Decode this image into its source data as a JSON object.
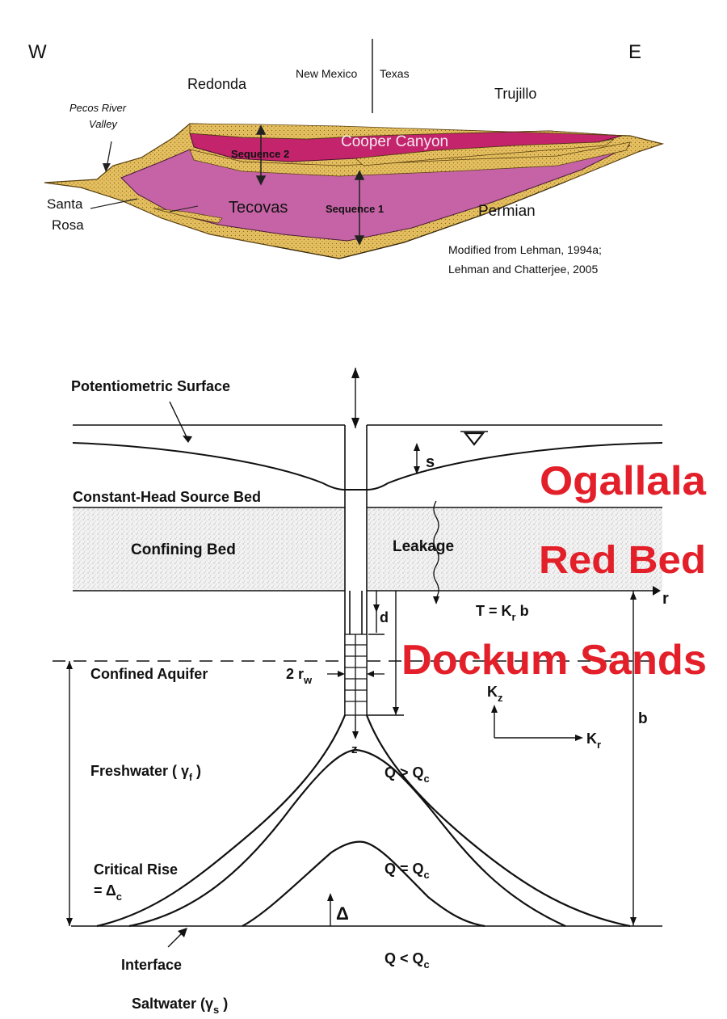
{
  "cross_section": {
    "dir_w": "W",
    "dir_e": "E",
    "state_left": "New Mexico",
    "state_right": "Texas",
    "labels": {
      "redonda": "Redonda",
      "pecos_valley_1": "Pecos River",
      "pecos_valley_2": "Valley",
      "trujillo": "Trujillo",
      "cooper_canyon": "Cooper Canyon",
      "sequence2": "Sequence 2",
      "santa_rosa_1": "Santa",
      "santa_rosa_2": "Rosa",
      "tecovas": "Tecovas",
      "sequence1": "Sequence 1",
      "permian": "Permian"
    },
    "credit_1": "Modified from Lehman, 1994a;",
    "credit_2": "Lehman and Chatterjee, 2005",
    "colors": {
      "sandstone": "#e8c46a",
      "mudstone_dark": "#c8246e",
      "mudstone_light": "#c860a8"
    }
  },
  "well_diagram": {
    "potentiometric_surface": "Potentiometric Surface",
    "drawdown_s": "s",
    "water_table_symbol": "∇",
    "constant_head": "Constant-Head Source Bed",
    "confining_bed": "Confining Bed",
    "leakage": "Leakage",
    "axis_r": "r",
    "transmissivity": "T = K",
    "transmissivity_sub": "r",
    "transmissivity_tail": " b",
    "d_label": "d",
    "confined_aquifer": "Confined Aquifer",
    "well_radius": "2 r",
    "well_radius_sub": "w",
    "kz": "K",
    "kz_sub": "z",
    "kr": "K",
    "kr_sub": "r",
    "b_label": "b",
    "z_label": "z",
    "freshwater": "Freshwater ( γ",
    "freshwater_sub": "f",
    "freshwater_tail": " )",
    "q_gt": "Q > Q",
    "q_sub": "c",
    "critical_rise_1": "Critical Rise",
    "critical_rise_2": "= Δ",
    "critical_rise_sub": "c",
    "q_eq": "Q = Q",
    "delta": "Δ",
    "q_lt": "Q < Q",
    "interface": "Interface",
    "saltwater": "Saltwater (γ",
    "saltwater_sub": "s",
    "saltwater_tail": " )"
  },
  "overlay": {
    "ogallala": "Ogallala",
    "red_bed": "Red Bed",
    "dockum_sands": "Dockum Sands",
    "color": "#e3202a"
  }
}
